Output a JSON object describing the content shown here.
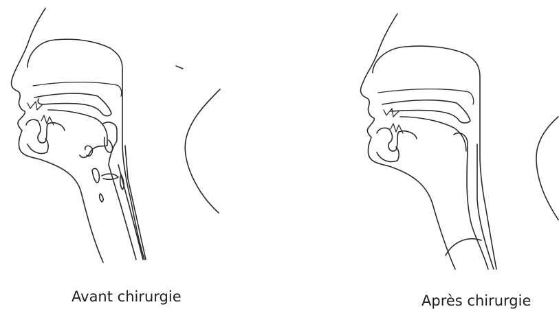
{
  "panels": [
    {
      "id": "before",
      "caption": "Avant chirurgie"
    },
    {
      "id": "after",
      "caption": "Après chirurgie"
    }
  ],
  "colors": {
    "line": "#2a2a2a",
    "background": "#ffffff"
  }
}
